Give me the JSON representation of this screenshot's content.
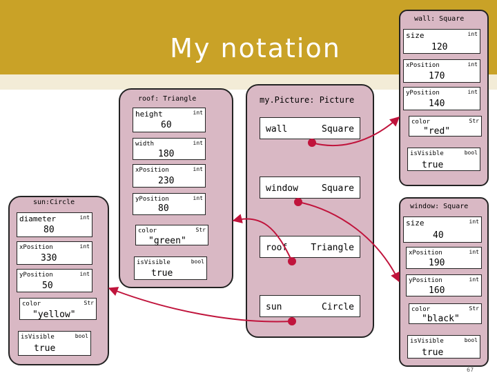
{
  "slide": {
    "title": "My notation",
    "page_number": "67"
  },
  "colors": {
    "banner": "#c9a227",
    "object_fill": "#d9b8c4",
    "arrow": "#c0143c"
  },
  "picture": {
    "header": "my.Picture: Picture",
    "fields": [
      {
        "name": "wall",
        "type": "Square"
      },
      {
        "name": "window",
        "type": "Square"
      },
      {
        "name": "roof",
        "type": "Triangle"
      },
      {
        "name": "sun",
        "type": "Circle"
      }
    ]
  },
  "wall": {
    "header": "wall: Square",
    "fields": [
      {
        "name": "size",
        "type": "int",
        "value": "120"
      },
      {
        "name": "xPosition",
        "type": "int",
        "value": "170"
      },
      {
        "name": "yPosition",
        "type": "int",
        "value": "140"
      },
      {
        "name": "color",
        "type": "Str",
        "value": "\"red\""
      },
      {
        "name": "isVisible",
        "type": "bool",
        "value": "true"
      }
    ]
  },
  "window": {
    "header": "window: Square",
    "fields": [
      {
        "name": "size",
        "type": "int",
        "value": "40"
      },
      {
        "name": "xPosition",
        "type": "int",
        "value": "190"
      },
      {
        "name": "yPosition",
        "type": "int",
        "value": "160"
      },
      {
        "name": "color",
        "type": "Str",
        "value": "\"black\""
      },
      {
        "name": "isVisible",
        "type": "bool",
        "value": "true"
      }
    ]
  },
  "roof": {
    "header": "roof: Triangle",
    "fields": [
      {
        "name": "height",
        "type": "int",
        "value": "60"
      },
      {
        "name": "width",
        "type": "int",
        "value": "180"
      },
      {
        "name": "xPosition",
        "type": "int",
        "value": "230"
      },
      {
        "name": "yPosition",
        "type": "int",
        "value": "80"
      },
      {
        "name": "color",
        "type": "Str",
        "value": "\"green\""
      },
      {
        "name": "isVisible",
        "type": "bool",
        "value": "true"
      }
    ]
  },
  "sun": {
    "header": "sun:Circle",
    "fields": [
      {
        "name": "diameter",
        "type": "int",
        "value": "80"
      },
      {
        "name": "xPosition",
        "type": "int",
        "value": "330"
      },
      {
        "name": "yPosition",
        "type": "int",
        "value": "50"
      },
      {
        "name": "color",
        "type": "Str",
        "value": "\"yellow\""
      },
      {
        "name": "isVisible",
        "type": "bool",
        "value": "true"
      }
    ]
  }
}
